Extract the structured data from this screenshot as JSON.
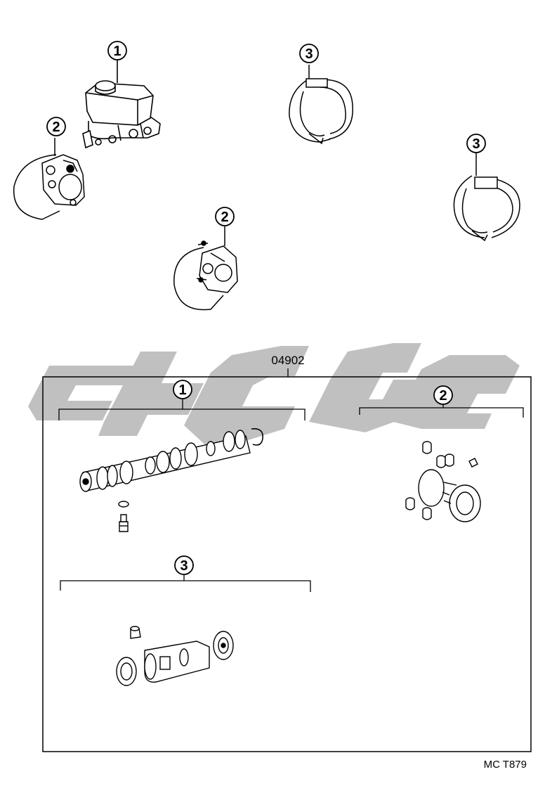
{
  "diagram": {
    "figure_code": "MC T879",
    "kit_part_number": "04902",
    "watermark_color": "#bdbdbd",
    "line_color": "#000000",
    "callouts": {
      "master_cylinder": "1",
      "caliper_front_left": "2",
      "drum_brake_top": "3",
      "drum_brake_right": "3",
      "caliper_center": "2",
      "kit_master_cylinder": "1",
      "kit_caliper": "2",
      "kit_wheel_cylinder": "3"
    },
    "icons": {
      "master_cylinder": "brake-master-cylinder-icon",
      "caliper": "disc-brake-caliper-icon",
      "drum_brake": "drum-brake-shoe-icon",
      "piston_kit": "master-cylinder-piston-kit-icon",
      "caliper_kit": "caliper-seal-kit-icon",
      "wheel_cylinder_kit": "wheel-cylinder-kit-icon"
    }
  }
}
